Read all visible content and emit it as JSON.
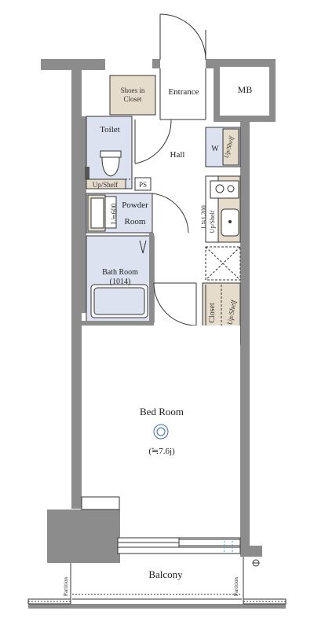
{
  "rooms": {
    "shoes_in_closet_line1": "Shoes in",
    "shoes_in_closet_line2": "Closet",
    "entrance": "Entrance",
    "mb": "MB",
    "toilet": "Toilet",
    "hall": "Hall",
    "w": "W",
    "ps": "PS",
    "powder_room_line1": "Powder",
    "powder_room_line2": "Room",
    "bath_room": "Bath Room",
    "bath_room_size": "(1014)",
    "closet": "Closet",
    "bed_room": "Bed  Room",
    "bed_room_size": "(≒7.6j)",
    "balcony": "Balcony"
  },
  "annotations": {
    "toilet_shelf": "Up/Shelf",
    "w_shelf": "Up/Shelf",
    "closet_shelf": "Up/Shelf",
    "powder_width": "L≒600",
    "kitchen_width": "L≒1,200",
    "kitchen_shelf": "Up/Shelf",
    "partition_left": "Partition",
    "partition_right": "Partition"
  },
  "colors": {
    "wall": "#8c8c8c",
    "wall_dark": "#6e6e6e",
    "closet_fill": "#e6dccb",
    "wet_fill": "#dde2f0",
    "line": "#333333"
  }
}
